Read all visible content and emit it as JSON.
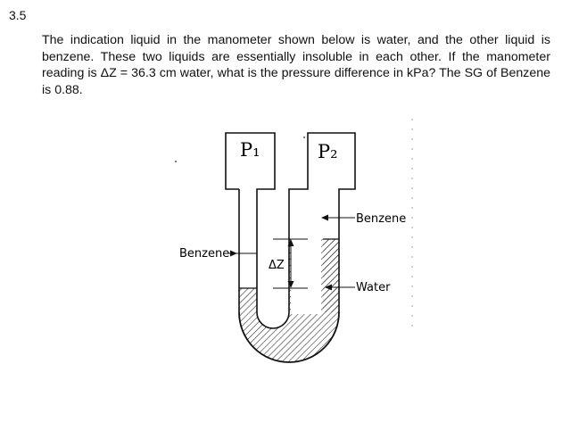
{
  "question": {
    "number": "3.5",
    "text": "The indication liquid in the manometer shown below is water, and the other liquid is benzene. These two liquids are essentially insoluble in each other. If the manometer reading is ΔZ = 36.3 cm water, what is the pressure difference in kPa? The SG of Benzene is 0.88."
  },
  "diagram": {
    "p1_label": "P₁",
    "p2_label": "P₂",
    "benzene_right_label": "Benzene",
    "benzene_left_label": "Benzene",
    "delta_z_label": "ΔZ",
    "water_label": "Water"
  }
}
